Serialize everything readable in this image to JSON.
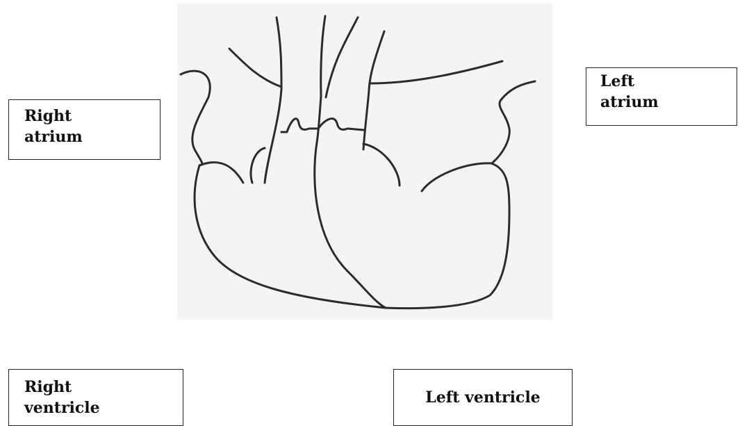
{
  "diagram": {
    "labels": {
      "right_atrium": "Right\natrium",
      "left_atrium": "Left\natrium",
      "right_ventricle": "Right\nventricle",
      "left_ventricle": "Left ventricle"
    },
    "colors": {
      "outline": "#2b2b2b",
      "panel": "#f4f4f2"
    }
  }
}
